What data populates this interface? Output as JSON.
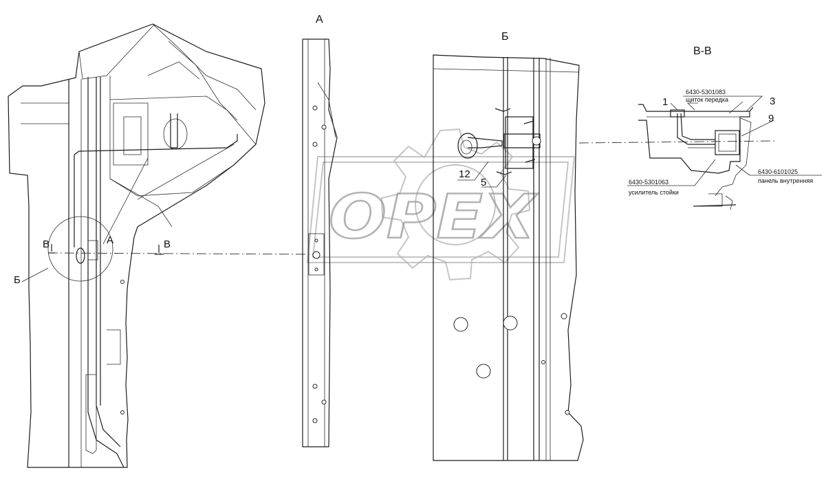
{
  "views": {
    "a": {
      "label": "А"
    },
    "b": {
      "label": "Б"
    },
    "section": {
      "label": "В-В"
    }
  },
  "main_view": {
    "section_mark_left": "В",
    "section_mark_right": "В",
    "view_a_mark": "А",
    "detail_b_mark": "Б"
  },
  "detail_b": {
    "callouts": [
      {
        "number": "12"
      },
      {
        "number": "5"
      }
    ]
  },
  "section_view": {
    "callouts": [
      {
        "number": "1"
      },
      {
        "number": "3"
      },
      {
        "number": "9"
      }
    ],
    "parts": [
      {
        "code": "6430-5301083",
        "name": "щиток передка"
      },
      {
        "code": "6430-6101025",
        "name": "панель внутренняя"
      },
      {
        "code": "6430-5301063",
        "name": "усилитель стойки"
      }
    ]
  },
  "watermark": {
    "text": "OPEX",
    "color": "#9a9a9a"
  }
}
